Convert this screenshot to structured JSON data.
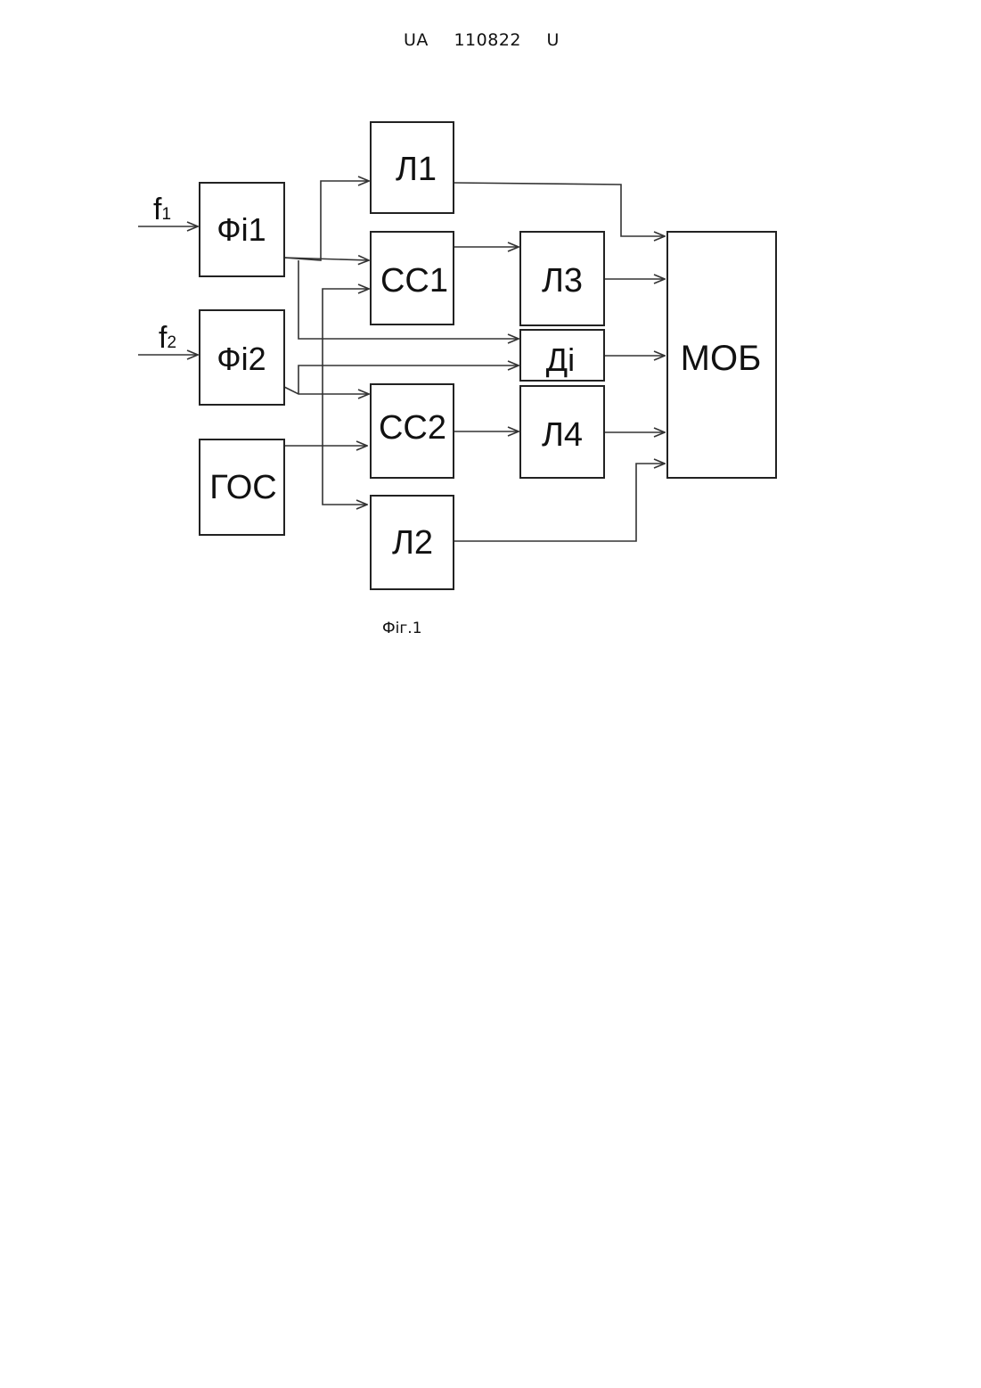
{
  "header": {
    "country": "UA",
    "number": "110822",
    "kind": "U"
  },
  "diagram": {
    "inputs": {
      "f1": {
        "base": "f",
        "sub": "1"
      },
      "f2": {
        "base": "f",
        "sub": "2"
      }
    },
    "blocks": {
      "fi1": "Фі1",
      "fi2": "Фі2",
      "gos": "ГОС",
      "l1": "Л1",
      "cc1": "СС1",
      "di": "Ді",
      "cc2": "СС2",
      "l2": "Л2",
      "l3": "Л3",
      "l4": "Л4",
      "mob": "МОБ"
    }
  },
  "caption": "Фіг.1"
}
